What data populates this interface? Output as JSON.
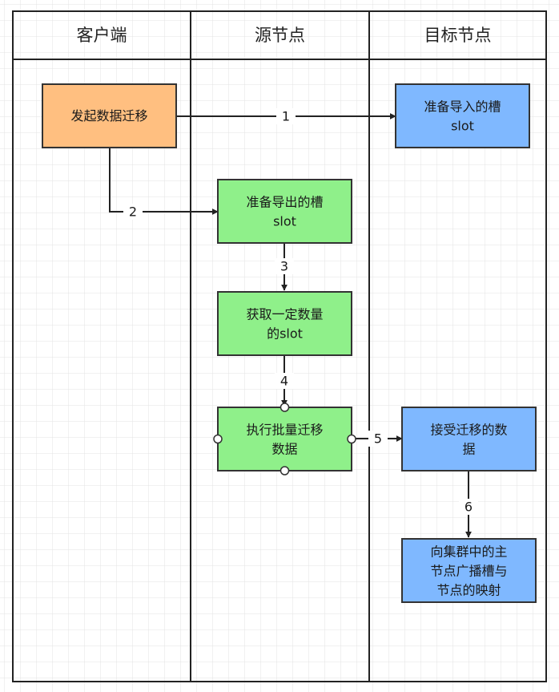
{
  "lanes": [
    {
      "id": "client",
      "title": "客户端"
    },
    {
      "id": "source",
      "title": "源节点"
    },
    {
      "id": "target",
      "title": "目标节点"
    }
  ],
  "nodes": [
    {
      "id": "start-migration",
      "lane": "client",
      "lines": [
        "发起数据迁移"
      ],
      "fill": "#ffbf80"
    },
    {
      "id": "prepare-import-slot",
      "lane": "target",
      "lines": [
        "准备导入的槽",
        "slot"
      ],
      "fill": "#7fb8ff"
    },
    {
      "id": "prepare-export-slot",
      "lane": "source",
      "lines": [
        "准备导出的槽",
        "slot"
      ],
      "fill": "#8ff08a"
    },
    {
      "id": "get-slot-count",
      "lane": "source",
      "lines": [
        "获取一定数量",
        "的slot"
      ],
      "fill": "#8ff08a"
    },
    {
      "id": "batch-migrate",
      "lane": "source",
      "lines": [
        "执行批量迁移",
        "数据"
      ],
      "fill": "#8ff08a"
    },
    {
      "id": "receive-data",
      "lane": "target",
      "lines": [
        "接受迁移的数",
        "据"
      ],
      "fill": "#7fb8ff"
    },
    {
      "id": "broadcast-mapping",
      "lane": "target",
      "lines": [
        "向集群中的主",
        "节点广播槽与",
        "节点的映射"
      ],
      "fill": "#7fb8ff"
    }
  ],
  "edges": [
    {
      "from": "start-migration",
      "to": "prepare-import-slot",
      "label": "1"
    },
    {
      "from": "start-migration",
      "to": "prepare-export-slot",
      "label": "2"
    },
    {
      "from": "prepare-export-slot",
      "to": "get-slot-count",
      "label": "3"
    },
    {
      "from": "get-slot-count",
      "to": "batch-migrate",
      "label": "4"
    },
    {
      "from": "batch-migrate",
      "to": "receive-data",
      "label": "5"
    },
    {
      "from": "receive-data",
      "to": "broadcast-mapping",
      "label": "6"
    }
  ],
  "colors": {
    "grid": "#e3e3e3",
    "lane_border": "#222222",
    "node_border": "#333333",
    "edge": "#222222"
  }
}
